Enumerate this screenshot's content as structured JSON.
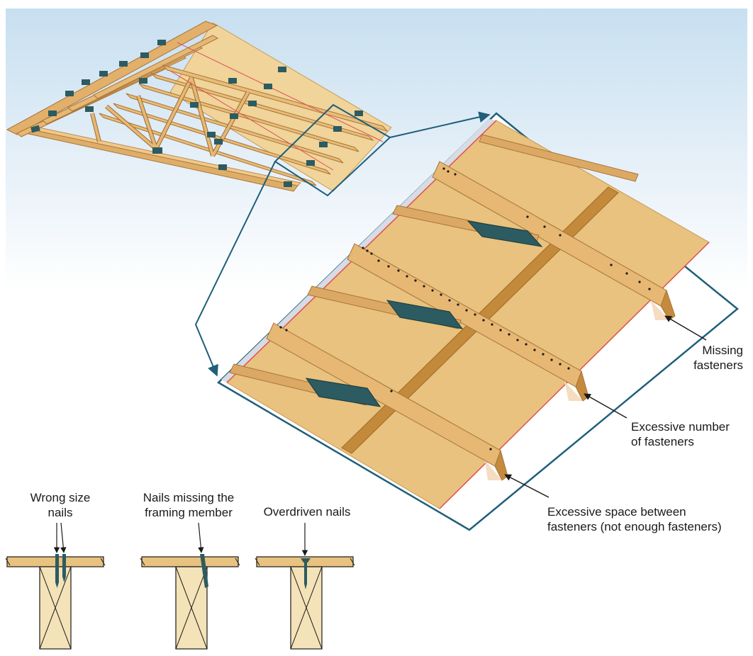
{
  "labels": {
    "missing_fasteners": [
      "Missing",
      "fasteners"
    ],
    "excessive_number": [
      "Excessive number",
      "of fasteners"
    ],
    "excessive_space": [
      "Excessive space between",
      "fasteners (not enough fasteners)"
    ],
    "wrong_size_nails": [
      "Wrong size",
      "nails"
    ],
    "nails_missing_member": [
      "Nails missing the",
      "framing member"
    ],
    "overdriven_nails": [
      "Overdriven nails"
    ]
  },
  "colors": {
    "sheathing": "#e8c27e",
    "sheathing_edge": "#d9a866",
    "truss_wood": "#e2b06a",
    "truss_dark": "#c48a3e",
    "gusset_plate": "#2c5b61",
    "callout_line": "#1f5f7a",
    "red_line": "#e05050",
    "joist_light": "#f4e2b8"
  },
  "icons": [
    "arrow-pointer-icon",
    "nail-icon",
    "gusset-plate-icon"
  ]
}
